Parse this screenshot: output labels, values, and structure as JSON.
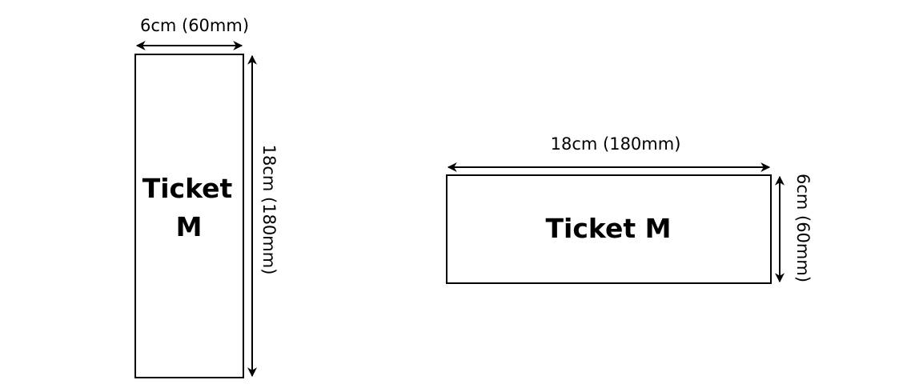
{
  "diagram": {
    "portrait": {
      "title_line1": "Ticket",
      "title_line2": "M",
      "width_label": "6cm (60mm)",
      "height_label": "18cm (180mm)"
    },
    "landscape": {
      "title": "Ticket M",
      "width_label": "18cm (180mm)",
      "height_label": "6cm (60mm)"
    },
    "colors": {
      "stroke": "#000000",
      "background": "#ffffff"
    }
  }
}
